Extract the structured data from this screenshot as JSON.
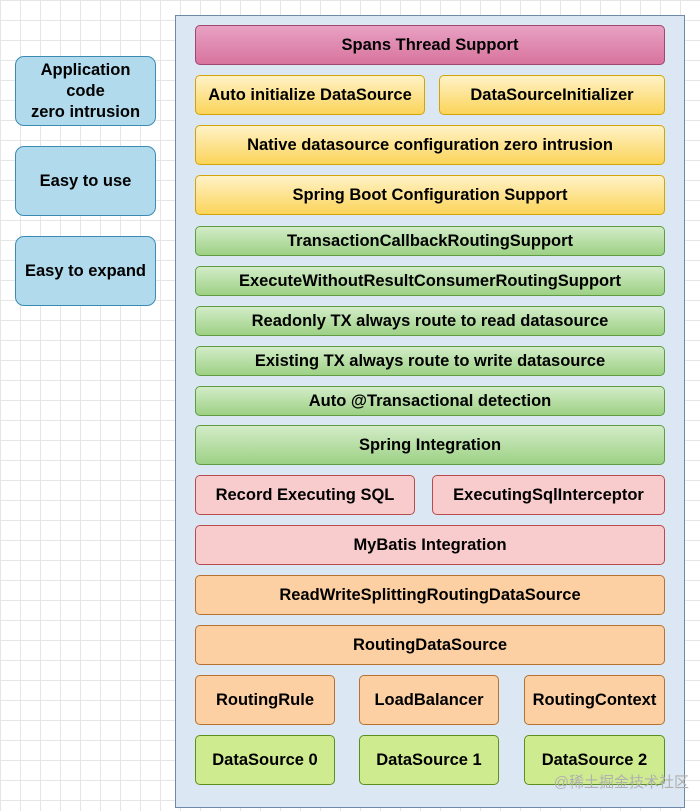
{
  "side_boxes": {
    "intrusion": "Application\ncode\nzero intrusion",
    "easy_use": "Easy to use",
    "easy_expand": "Easy to expand"
  },
  "layers": {
    "spans_thread": "Spans Thread Support",
    "auto_init": "Auto initialize DataSource",
    "ds_initializer": "DataSourceInitializer",
    "native_config": "Native datasource configuration zero intrusion",
    "spring_boot": "Spring Boot Configuration Support",
    "tx_callback": "TransactionCallbackRoutingSupport",
    "execute_without": "ExecuteWithoutResultConsumerRoutingSupport",
    "readonly_tx": "Readonly TX  always route to read datasource",
    "existing_tx": "Existing TX  always route to write datasource",
    "auto_transactional": "Auto @Transactional detection",
    "spring_integration": "Spring Integration",
    "record_sql": "Record Executing SQL",
    "sql_interceptor": "ExecutingSqlInterceptor",
    "mybatis": "MyBatis Integration",
    "rw_splitting": "ReadWriteSplittingRoutingDataSource",
    "routing_ds": "RoutingDataSource",
    "routing_rule": "RoutingRule",
    "load_balancer": "LoadBalancer",
    "routing_context": "RoutingContext",
    "ds0": "DataSource 0",
    "ds1": "DataSource 1",
    "ds2": "DataSource 2"
  },
  "watermark": "@稀土掘金技术社区",
  "colors": {
    "side": "#b1dbed",
    "frame": "#dbe7f3",
    "pink": "#e08ab2",
    "yellow": "#fde48a",
    "green": "#b8dea6",
    "salmon": "#f8cccc",
    "orange": "#fcd0a2",
    "lime": "#cfeb8f"
  }
}
